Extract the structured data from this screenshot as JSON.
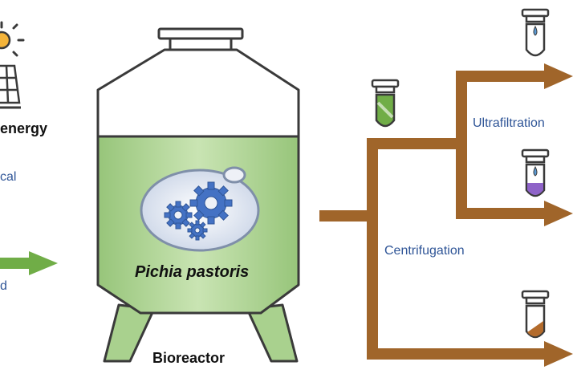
{
  "labels": {
    "energy": "energy",
    "cal_fragment": "cal",
    "d_fragment": "d",
    "organism": "Pichia pastoris",
    "vessel": "Bioreactor",
    "ultrafiltration": "Ultrafiltration",
    "centrifugation": "Centrifugation"
  },
  "icons": {
    "energy": "solar-panel-sun",
    "vessel": "bioreactor-tank",
    "cell": "yeast-cell-gears",
    "tubes": [
      "green-culture-tube",
      "blue-drop-tube",
      "purple-fraction-tube",
      "brown-pellet-tube"
    ]
  },
  "colors": {
    "pipe": "#a0652a",
    "green_arrow": "#70ad47",
    "culture": "#a9d18e",
    "outline": "#3a3a3a",
    "label_blue": "#2f5597",
    "gear_blue": "#4472c4",
    "tube_blue": "#5b9bd5",
    "tube_purple": "#8e63c8",
    "tube_brown": "#b36b2c",
    "sun": "#f4b43a"
  }
}
